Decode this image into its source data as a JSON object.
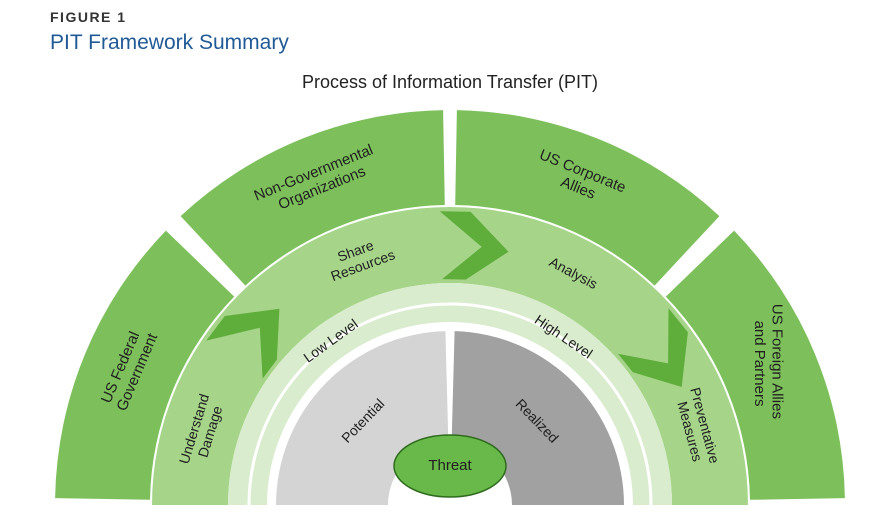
{
  "figure": {
    "label": "FIGURE 1",
    "title": "PIT Framework Summary"
  },
  "diagram": {
    "title": "Process of Information Transfer (PIT)",
    "outer_ring": [
      {
        "lines": [
          "US Federal",
          "Government"
        ]
      },
      {
        "lines": [
          "Non-Governmental",
          "Organizations"
        ]
      },
      {
        "lines": [
          "US Corporate",
          "Allies"
        ]
      },
      {
        "lines": [
          "US Foreign Allies",
          "and Partners"
        ]
      }
    ],
    "process_ring": [
      {
        "lines": [
          "Understand",
          "Damage"
        ]
      },
      {
        "lines": [
          "Share",
          "Resources"
        ]
      },
      {
        "lines": [
          "Analysis"
        ]
      },
      {
        "lines": [
          "Preventative",
          "Measures"
        ]
      }
    ],
    "level_ring": {
      "low": "Low Level",
      "high": "High Level"
    },
    "threat_ring": {
      "potential": "Potential",
      "realized": "Realized"
    },
    "center": "Threat",
    "colors": {
      "outer_green": "#7dc05b",
      "process_green": "#a6d58a",
      "arrow_green": "#5fae3c",
      "level_green": "#d9eccd",
      "potential_gray": "#d4d4d4",
      "realized_gray": "#a1a1a1",
      "threat_green": "#69b94a",
      "title_blue": "#1f5a96"
    }
  }
}
